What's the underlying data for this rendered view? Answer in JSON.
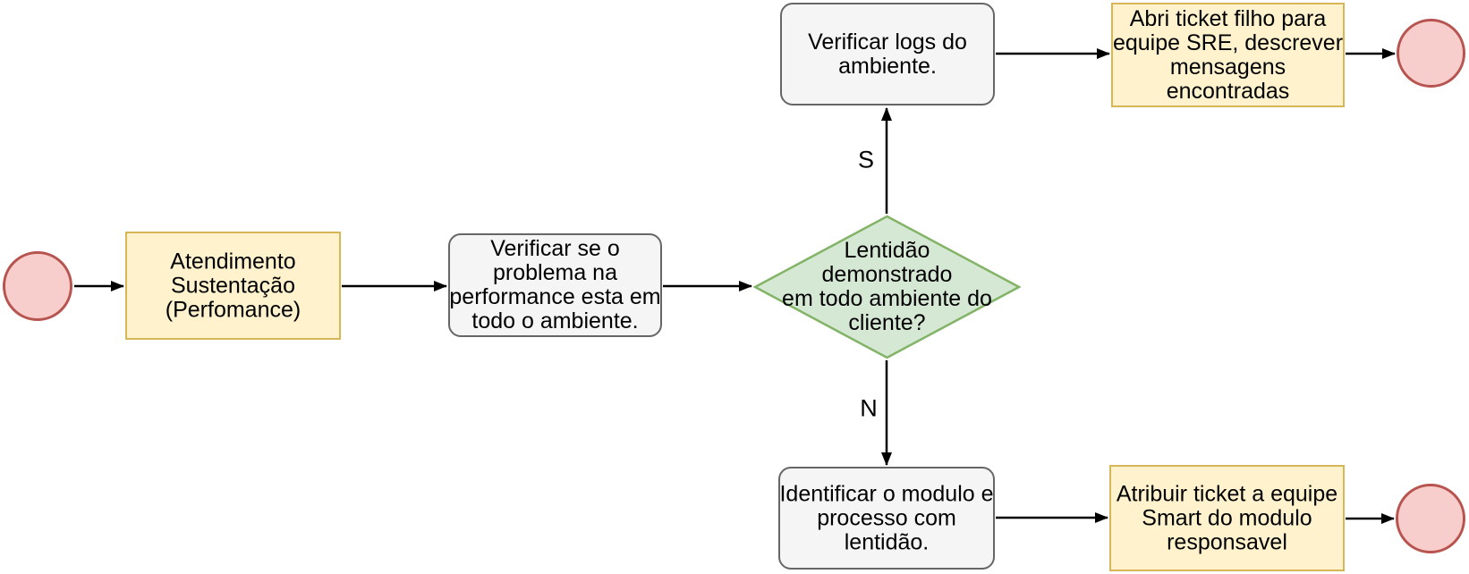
{
  "diagram": {
    "nodes": {
      "start": {
        "type": "terminal-start"
      },
      "atendimento": {
        "label": "Atendimento\nSustentação\n(Perfomance)"
      },
      "verificar_problema": {
        "label": "Verificar se o\nproblema na\nperformance esta em\ntodo o ambiente."
      },
      "decisao_lentidao": {
        "label": "Lentidão\ndemonstrado\nem todo ambiente do\ncliente?"
      },
      "verificar_logs": {
        "label": "Verificar logs do\nambiente."
      },
      "abrir_ticket_sre": {
        "label": "Abri ticket filho para\nequipe SRE, descrever\nmensagens\nencontradas"
      },
      "end_sim": {
        "type": "terminal-end"
      },
      "identificar_modulo": {
        "label": "Identificar o modulo e\nprocesso com\nlentidão."
      },
      "atribuir_ticket_smart": {
        "label": "Atribuir ticket a equipe\nSmart do modulo\nresponsavel"
      },
      "end_nao": {
        "type": "terminal-end"
      }
    },
    "edge_labels": {
      "yes": "S",
      "no": "N"
    },
    "edges": [
      {
        "from": "start",
        "to": "atendimento",
        "label": ""
      },
      {
        "from": "atendimento",
        "to": "verificar_problema",
        "label": ""
      },
      {
        "from": "verificar_problema",
        "to": "decisao_lentidao",
        "label": ""
      },
      {
        "from": "decisao_lentidao",
        "to": "verificar_logs",
        "label": "S"
      },
      {
        "from": "verificar_logs",
        "to": "abrir_ticket_sre",
        "label": ""
      },
      {
        "from": "abrir_ticket_sre",
        "to": "end_sim",
        "label": ""
      },
      {
        "from": "decisao_lentidao",
        "to": "identificar_modulo",
        "label": "N"
      },
      {
        "from": "identificar_modulo",
        "to": "atribuir_ticket_smart",
        "label": ""
      },
      {
        "from": "atribuir_ticket_smart",
        "to": "end_nao",
        "label": ""
      }
    ],
    "colors": {
      "terminal_fill": "#f8cecc",
      "terminal_stroke": "#b85450",
      "task_fill": "#fff2cc",
      "task_stroke": "#d6b656",
      "process_fill": "#f5f5f5",
      "process_stroke": "#666666",
      "decision_fill": "#d5e8d4",
      "decision_stroke": "#82b366",
      "connector": "#000000",
      "background": "#ffffff"
    }
  }
}
